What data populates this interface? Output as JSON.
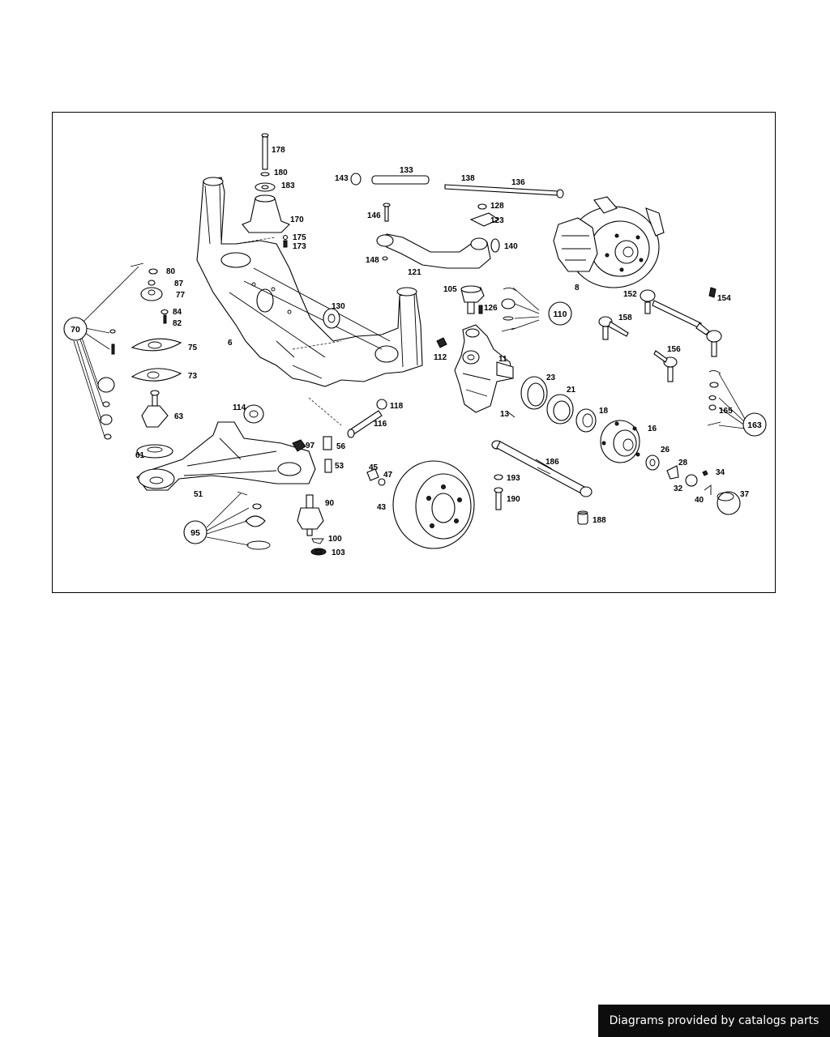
{
  "diagram": {
    "callouts": [
      "178",
      "180",
      "183",
      "170",
      "175",
      "173",
      "143",
      "133",
      "138",
      "136",
      "146",
      "128",
      "123",
      "140",
      "148",
      "121",
      "80",
      "87",
      "77",
      "84",
      "82",
      "75",
      "73",
      "63",
      "6",
      "130",
      "105",
      "126",
      "110",
      "112",
      "11",
      "8",
      "152",
      "154",
      "158",
      "156",
      "163",
      "165",
      "23",
      "21",
      "18",
      "16",
      "26",
      "28",
      "34",
      "32",
      "40",
      "37",
      "114",
      "118",
      "116",
      "97",
      "56",
      "53",
      "45",
      "47",
      "43",
      "193",
      "190",
      "186",
      "188",
      "61",
      "51",
      "90",
      "95",
      "100",
      "103",
      "70"
    ]
  },
  "credit": "Diagrams provided by catalogs parts"
}
